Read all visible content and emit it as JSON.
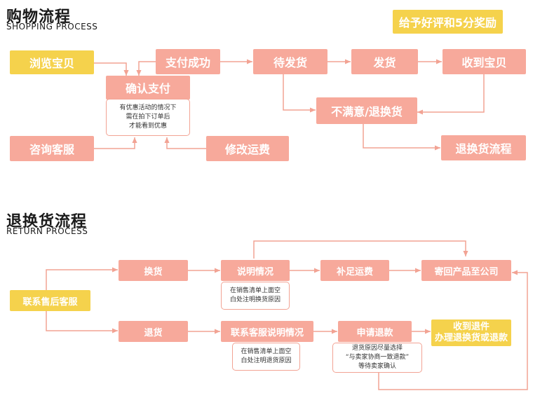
{
  "colors": {
    "node": "#f7a99b",
    "highlight": "#f5d24c",
    "line": "#f2a394",
    "text": "#1a1a1a"
  },
  "shopping": {
    "title_cn": "购物流程",
    "title_en": "SHOPPING PROCESS",
    "reward_badge": "给予好评和5分奖励",
    "nodes": {
      "browse": "浏览宝贝",
      "pay_success": "支付成功",
      "confirm_pay": "确认支付",
      "to_ship": "待发货",
      "ship": "发货",
      "received": "收到宝贝",
      "dissatisfied": "不满意/退换货",
      "consult": "咨询客服",
      "modify_shipping": "修改运费",
      "return_flow": "退换货流程"
    },
    "discount_note": [
      "有优惠活动的情况下",
      "需在拍下订单后",
      "才能看到优惠"
    ]
  },
  "returns": {
    "title_cn": "退换货流程",
    "title_en": "RETURN PROCESS",
    "nodes": {
      "contact_service": "联系售后客服",
      "exchange": "换货",
      "explain": "说明情况",
      "extra_shipping": "补足运费",
      "send_back": "寄回产品至公司",
      "refund": "退货",
      "contact_explain": "联系客服说明情况",
      "apply_refund": "申请退款",
      "finish_line1": "收到退件",
      "finish_line2": "办理退换货或退款"
    },
    "exchange_note": [
      "在销售清单上面空",
      "白处注明换货原因"
    ],
    "refund_note": [
      "在销售清单上面空",
      "白处注明退货原因"
    ],
    "apply_note": [
      "退货原因尽量选择",
      "“与卖家协商一致退款”",
      "等待卖家确认"
    ]
  }
}
